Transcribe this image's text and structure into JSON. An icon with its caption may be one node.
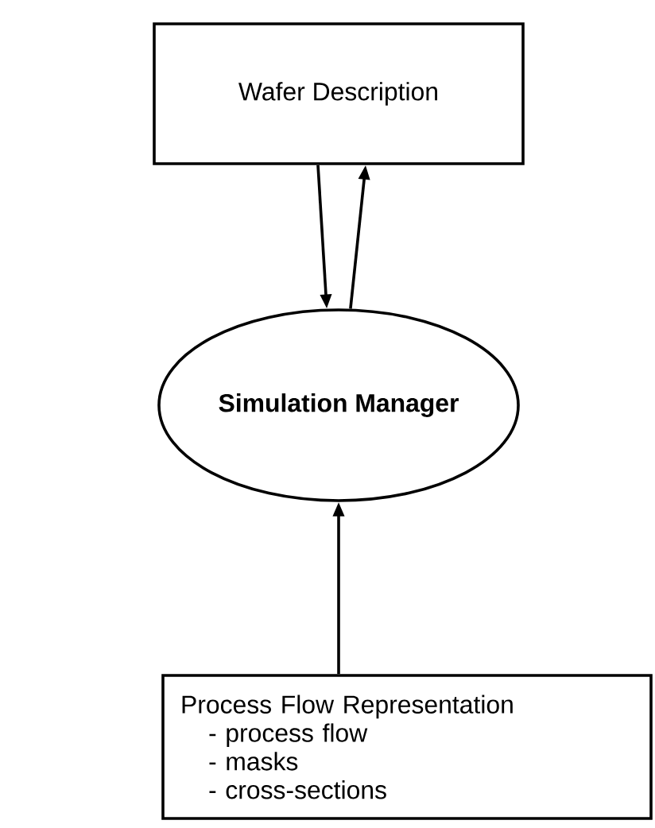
{
  "diagram": {
    "nodes": [
      {
        "text": [
          "Wafer Description"
        ]
      },
      {
        "text": [
          "Simulation Manager"
        ]
      },
      {
        "text": [
          "Process Flow Representation",
          "- process flow",
          "- masks",
          "- cross-sections"
        ]
      }
    ],
    "edges": [
      {
        "from": 0,
        "to": 1,
        "arrow": "to"
      },
      {
        "from": 1,
        "to": 0,
        "arrow": "to"
      },
      {
        "from": 2,
        "to": 1,
        "arrow": "to"
      }
    ]
  }
}
